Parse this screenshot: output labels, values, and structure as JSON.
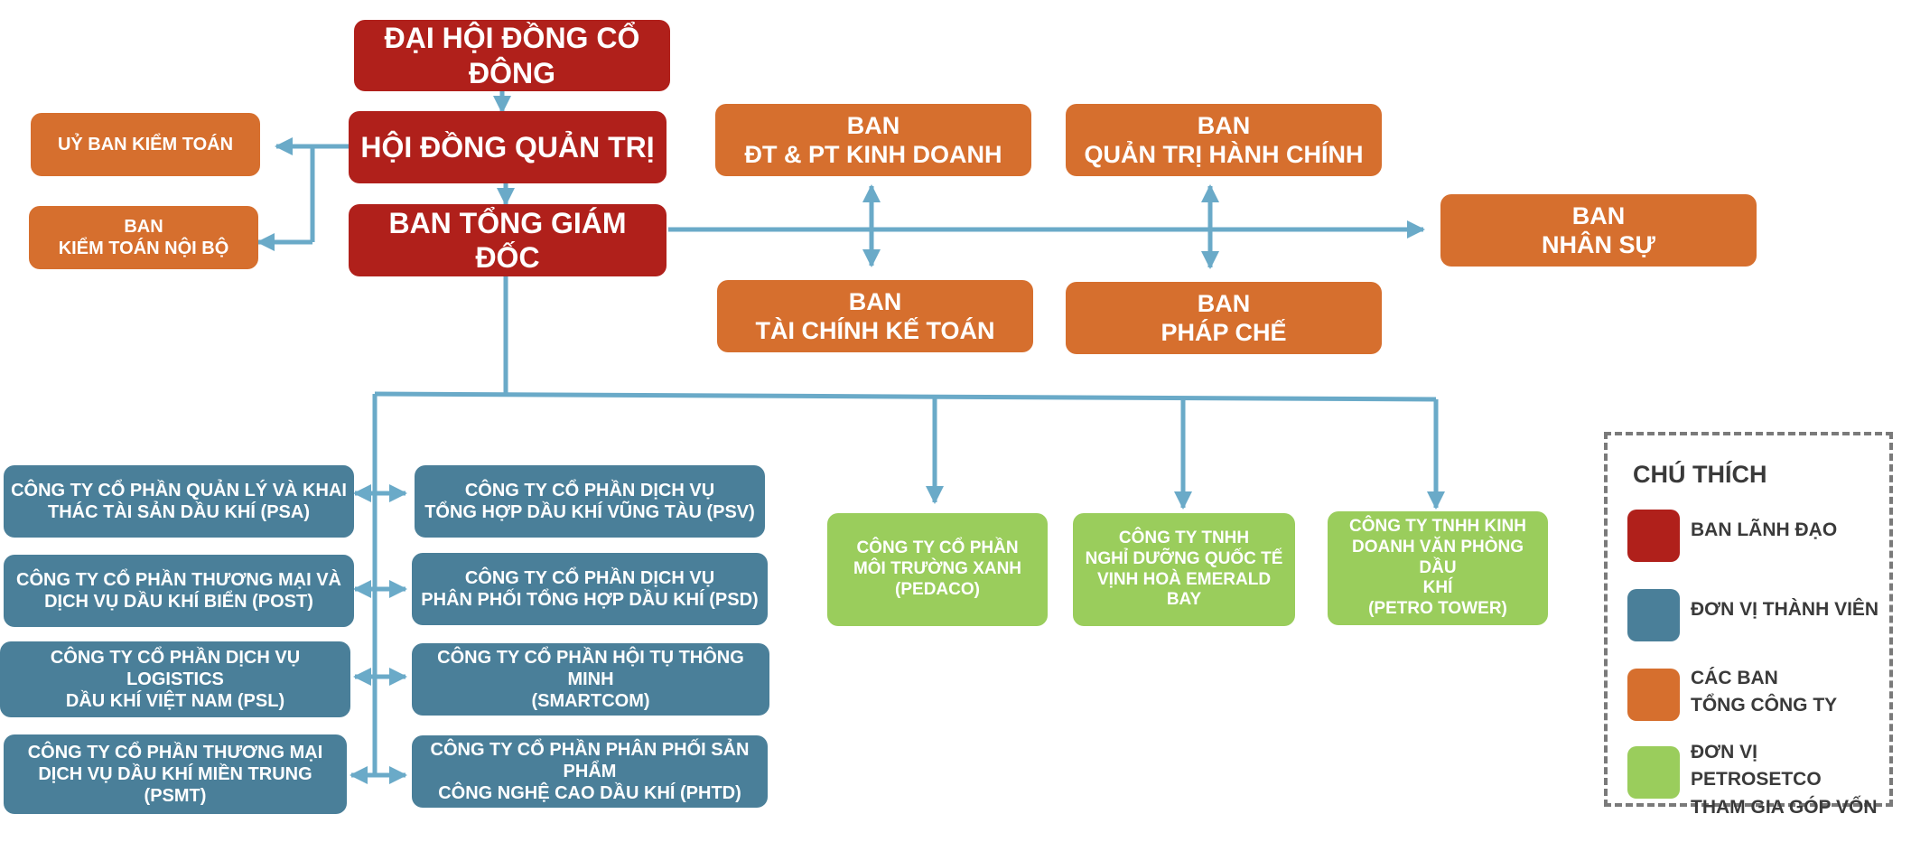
{
  "colors": {
    "leadership": "#B0201B",
    "member_units": "#4A7F99",
    "departments": "#D66F2E",
    "invested_units": "#9ACD5C",
    "connector": "#6AAAC8"
  },
  "nodes": {
    "dhdcd": [
      "ĐẠI HỘI ĐỒNG CỔ ĐÔNG"
    ],
    "hdqt": [
      "HỘI ĐỒNG QUẢN TRỊ"
    ],
    "btgd": [
      "BAN TỔNG GIÁM ĐỐC"
    ],
    "ub_kiem_toan": [
      "UỶ BAN KIỂM TOÁN"
    ],
    "ban_kiem_toan_noi_bo": [
      "BAN",
      "KIỂM TOÁN NỘI BỘ"
    ],
    "ban_dt_pt": [
      "BAN",
      "ĐT & PT KINH DOANH"
    ],
    "ban_qthc": [
      "BAN",
      "QUẢN TRỊ HÀNH CHÍNH"
    ],
    "ban_nhan_su": [
      "BAN",
      "NHÂN SỰ"
    ],
    "ban_tckt": [
      "BAN",
      "TÀI CHÍNH KẾ TOÁN"
    ],
    "ban_phap_che": [
      "BAN",
      "PHÁP CHẾ"
    ]
  },
  "member_units_left": [
    [
      "CÔNG TY CỔ PHẦN QUẢN LÝ VÀ KHAI",
      "THÁC TÀI SẢN DẦU KHÍ (PSA)"
    ],
    [
      "CÔNG TY CỔ PHẦN THƯƠNG MẠI VÀ",
      "DỊCH VỤ DẦU KHÍ BIỂN (POST)"
    ],
    [
      "CÔNG TY CỔ PHẦN DỊCH VỤ LOGISTICS",
      "DẦU KHÍ VIỆT NAM (PSL)"
    ],
    [
      "CÔNG TY CỔ PHẦN THƯƠNG MẠI",
      "DỊCH VỤ DẦU KHÍ MIỀN TRUNG (PSMT)"
    ]
  ],
  "member_units_right": [
    [
      "CÔNG TY CỔ PHẦN DỊCH VỤ",
      "TỔNG HỢP DẦU KHÍ VŨNG TÀU (PSV)"
    ],
    [
      "CÔNG TY CỔ PHẦN DỊCH VỤ",
      "PHÂN PHỐI TỔNG HỢP DẦU KHÍ (PSD)"
    ],
    [
      "CÔNG TY CỔ PHẦN HỘI TỤ THÔNG MINH",
      "(SMARTCOM)"
    ],
    [
      "CÔNG TY CỔ PHẦN PHÂN PHỐI SẢN PHẨM",
      "CÔNG NGHỆ CAO DẦU KHÍ (PHTD)"
    ]
  ],
  "invested_units": [
    [
      "CÔNG TY CỔ PHẦN",
      "MÔI TRƯỜNG XANH",
      "(PEDACO)"
    ],
    [
      "CÔNG TY TNHH",
      "NGHỈ DƯỠNG QUỐC TẾ",
      "VỊNH HOÀ EMERALD BAY"
    ],
    [
      "CÔNG TY TNHH KINH",
      "DOANH VĂN PHÒNG DẦU",
      "KHÍ",
      "(PETRO TOWER)"
    ]
  ],
  "legend": {
    "title": "CHÚ THÍCH",
    "items": [
      {
        "lines": [
          "BAN LÃNH ĐẠO"
        ]
      },
      {
        "lines": [
          "ĐƠN VỊ THÀNH VIÊN"
        ]
      },
      {
        "lines": [
          "CÁC BAN",
          "TỔNG CÔNG TY"
        ]
      },
      {
        "lines": [
          "ĐƠN VỊ PETROSETCO",
          "THAM GIA GÓP VỐN"
        ]
      }
    ]
  }
}
